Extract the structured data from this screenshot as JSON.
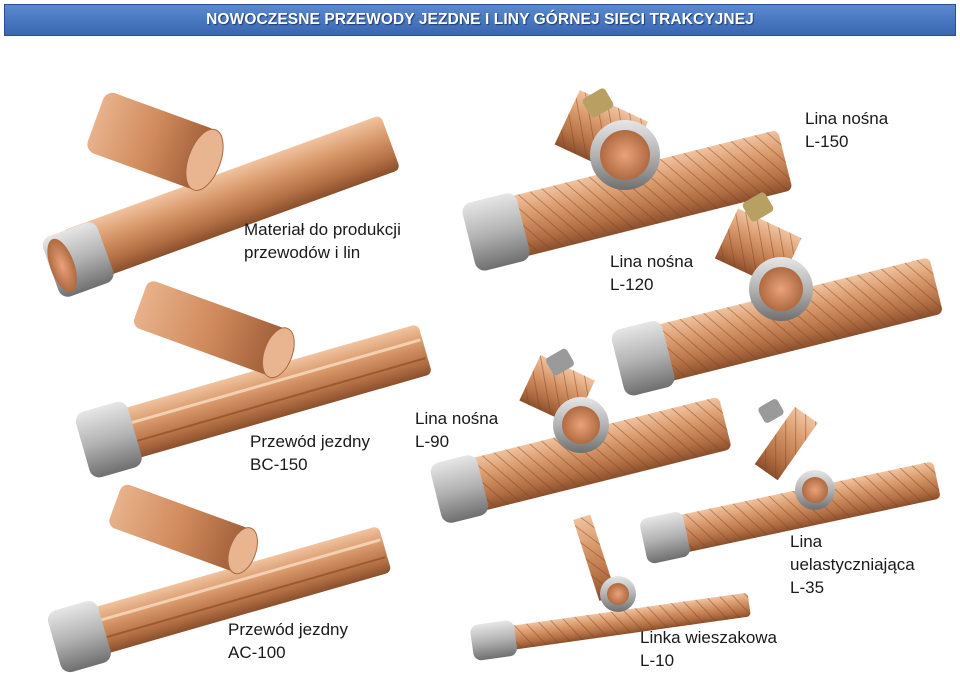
{
  "header": {
    "title": "NOWOCZESNE PRZEWODY JEZDNE I LINY GÓRNEJ SIECI TRAKCYJNEJ"
  },
  "labels": {
    "material": [
      "Materiał do produkcji",
      "przewodów i lin"
    ],
    "l150": [
      "Lina nośna",
      "L-150"
    ],
    "l120": [
      "Lina nośna",
      "L-120"
    ],
    "bc150": [
      "Przewód jezdny",
      "BC-150"
    ],
    "l90": [
      "Lina nośna",
      "L-90"
    ],
    "ac100": [
      "Przewód jezdny",
      "AC-100"
    ],
    "l35": [
      "Lina",
      "uelastyczniająca",
      "L-35"
    ],
    "l10": [
      "Linka wieszakowa",
      "L-10"
    ]
  },
  "colors": {
    "banner": "#3a66b0",
    "copper": "#c98658",
    "steel_cap": "#a8a8a8"
  }
}
